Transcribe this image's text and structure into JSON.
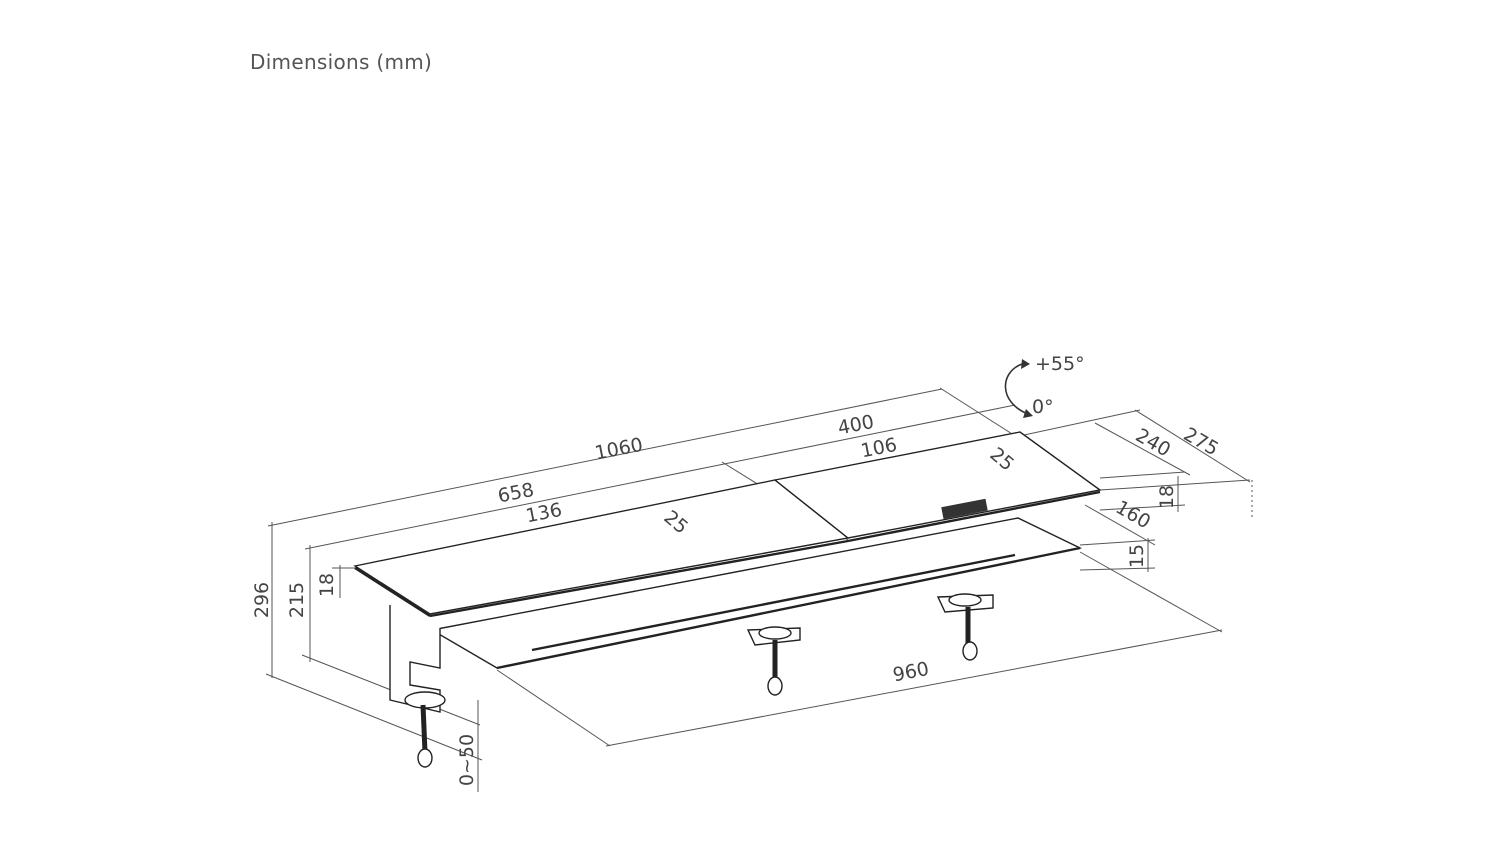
{
  "title": "Dimensions (mm)",
  "dimensions": {
    "total_width": "1060",
    "left_panel_width": "658",
    "right_panel_width": "400",
    "left_slot_offset": "136",
    "left_slot_depth": "25",
    "right_slot_offset": "106",
    "right_slot_depth": "25",
    "top_depth": "240",
    "overall_depth": "275",
    "tray_depth": "160",
    "top_thickness_right": "18",
    "tray_thickness": "15",
    "tray_width": "960",
    "overall_height": "296",
    "top_height": "215",
    "top_thickness_left": "18",
    "clamp_range": "0~50"
  },
  "tilt": {
    "max": "+55°",
    "min": "0°"
  }
}
